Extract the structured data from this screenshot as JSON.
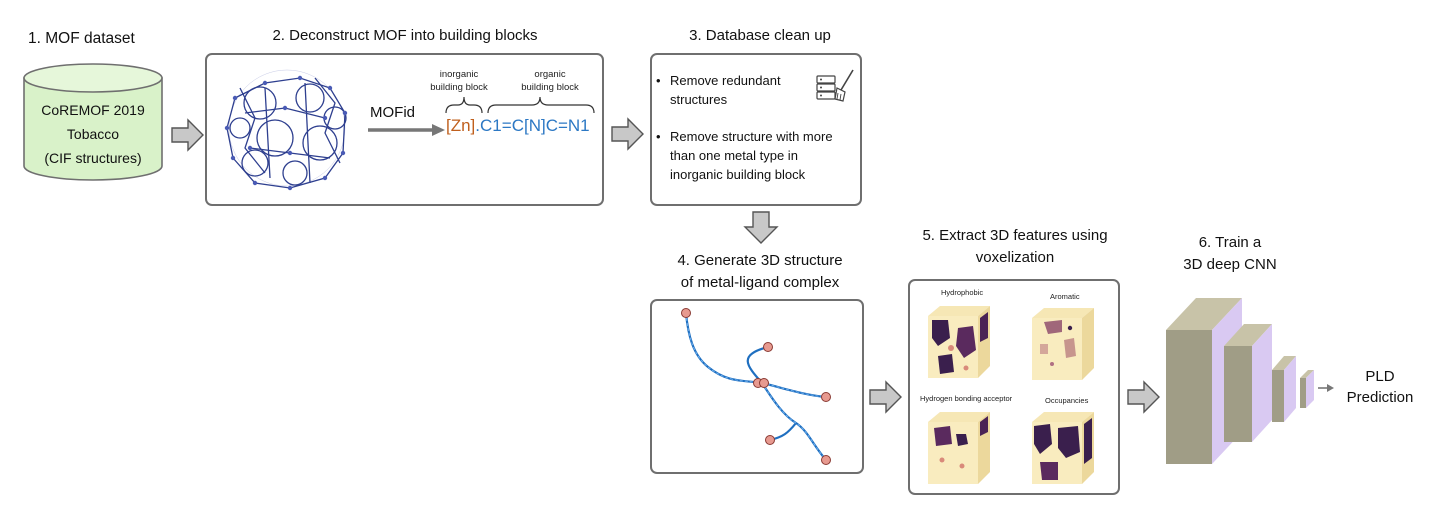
{
  "steps": {
    "s1": "1. MOF dataset",
    "s2": "2. Deconstruct MOF into building blocks",
    "s3": "3. Database clean up",
    "s4_l1": "4. Generate 3D structure",
    "s4_l2": "of metal-ligand complex",
    "s5_l1": "5. Extract 3D features using",
    "s5_l2": "voxelization",
    "s6_l1": "6. Train a",
    "s6_l2": "3D deep CNN"
  },
  "dataset": {
    "line1": "CoREMOF 2019",
    "line2": "Tobacco",
    "line3": "(CIF structures)"
  },
  "mofid": {
    "arrow_label": "MOFid",
    "inorganic_label_l1": "inorganic",
    "inorganic_label_l2": "building block",
    "organic_label_l1": "organic",
    "organic_label_l2": "building block",
    "metal_part": "[Zn]",
    "separator": ".",
    "organic_part": "C1=C[N]C=N1"
  },
  "cleanup": {
    "bullet1_l1": "Remove redundant",
    "bullet1_l2": "structures",
    "bullet2_l1": "Remove structure with more",
    "bullet2_l2": "than one metal type in",
    "bullet2_l3": "inorganic building block"
  },
  "features": {
    "hydrophobic": "Hydrophobic",
    "aromatic": "Aromatic",
    "hbond": "Hydrogen bonding acceptor",
    "occupancies": "Occupancies"
  },
  "output": {
    "line1": "PLD",
    "line2": "Prediction"
  },
  "colors": {
    "metal": "#c0601e",
    "organic": "#2c78c4",
    "arrow_fill": "#c8c8c8",
    "cylinder_fill": "#d9f2c9",
    "cnn_front": "#a09d86",
    "cnn_side": "#d9c9f2"
  }
}
